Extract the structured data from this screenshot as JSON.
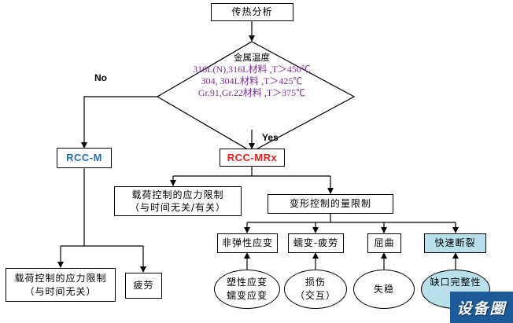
{
  "nodes": {
    "heat_transfer": "传热分析",
    "decision_title": "金属温度",
    "decision_conditions": [
      "316L(N),316L材料 ,T＞450℃",
      "304, 304L材料 ,T＞425℃",
      "Gr.91,Gr.22材料 ,T＞375℃"
    ],
    "rcc_m": "RCC-M",
    "rcc_mrx": "RCC-MRx",
    "mrx_load_stress": "载荷控制的应力限制\n（与时间无关/有关）",
    "deformation": "变形控制的量限制",
    "inelastic": "非弹性应变",
    "creep_fatigue": "蠕变-疲劳",
    "buckling": "屈曲",
    "fast_fracture": "快速断裂",
    "plastic_creep": "塑性应变\n蠕变应变",
    "damage": "损伤\n（交互）",
    "instability": "失稳",
    "defect_integrity": "缺口完整性\nJ",
    "m_load_stress": "载荷控制的应力限制\n（与时间无关）",
    "fatigue": "疲劳"
  },
  "edge_labels": {
    "no": "No",
    "yes": "Yes"
  },
  "colors": {
    "rcc_m": "#1f6fb2",
    "rcc_mrx": "#e0201b",
    "conditions": "#7a2b94",
    "fast_fracture_fill": "#b7e0ea"
  },
  "watermark": "设备圈"
}
